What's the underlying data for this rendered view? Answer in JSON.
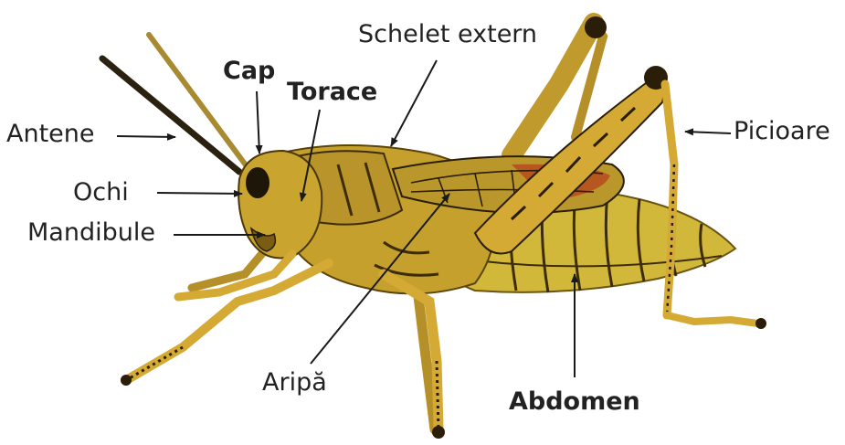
{
  "colors": {
    "body": "#c6a02c",
    "body_dark": "#8a6a12",
    "abdomen": "#d2b83a",
    "stripe": "#3d2c0a",
    "wing_red": "#b74a1e",
    "leg": "#d4aa34",
    "leg_dark": "#2a1e08",
    "line": "#1a1a1a",
    "text": "#222222"
  },
  "labels": {
    "cap": "Cap",
    "torace": "Torace",
    "schelet_extern": "Schelet extern",
    "antene": "Antene",
    "ochi": "Ochi",
    "mandibule": "Mandibule",
    "picioare": "Picioare",
    "aripa": "Aripă",
    "abdomen": "Abdomen"
  }
}
